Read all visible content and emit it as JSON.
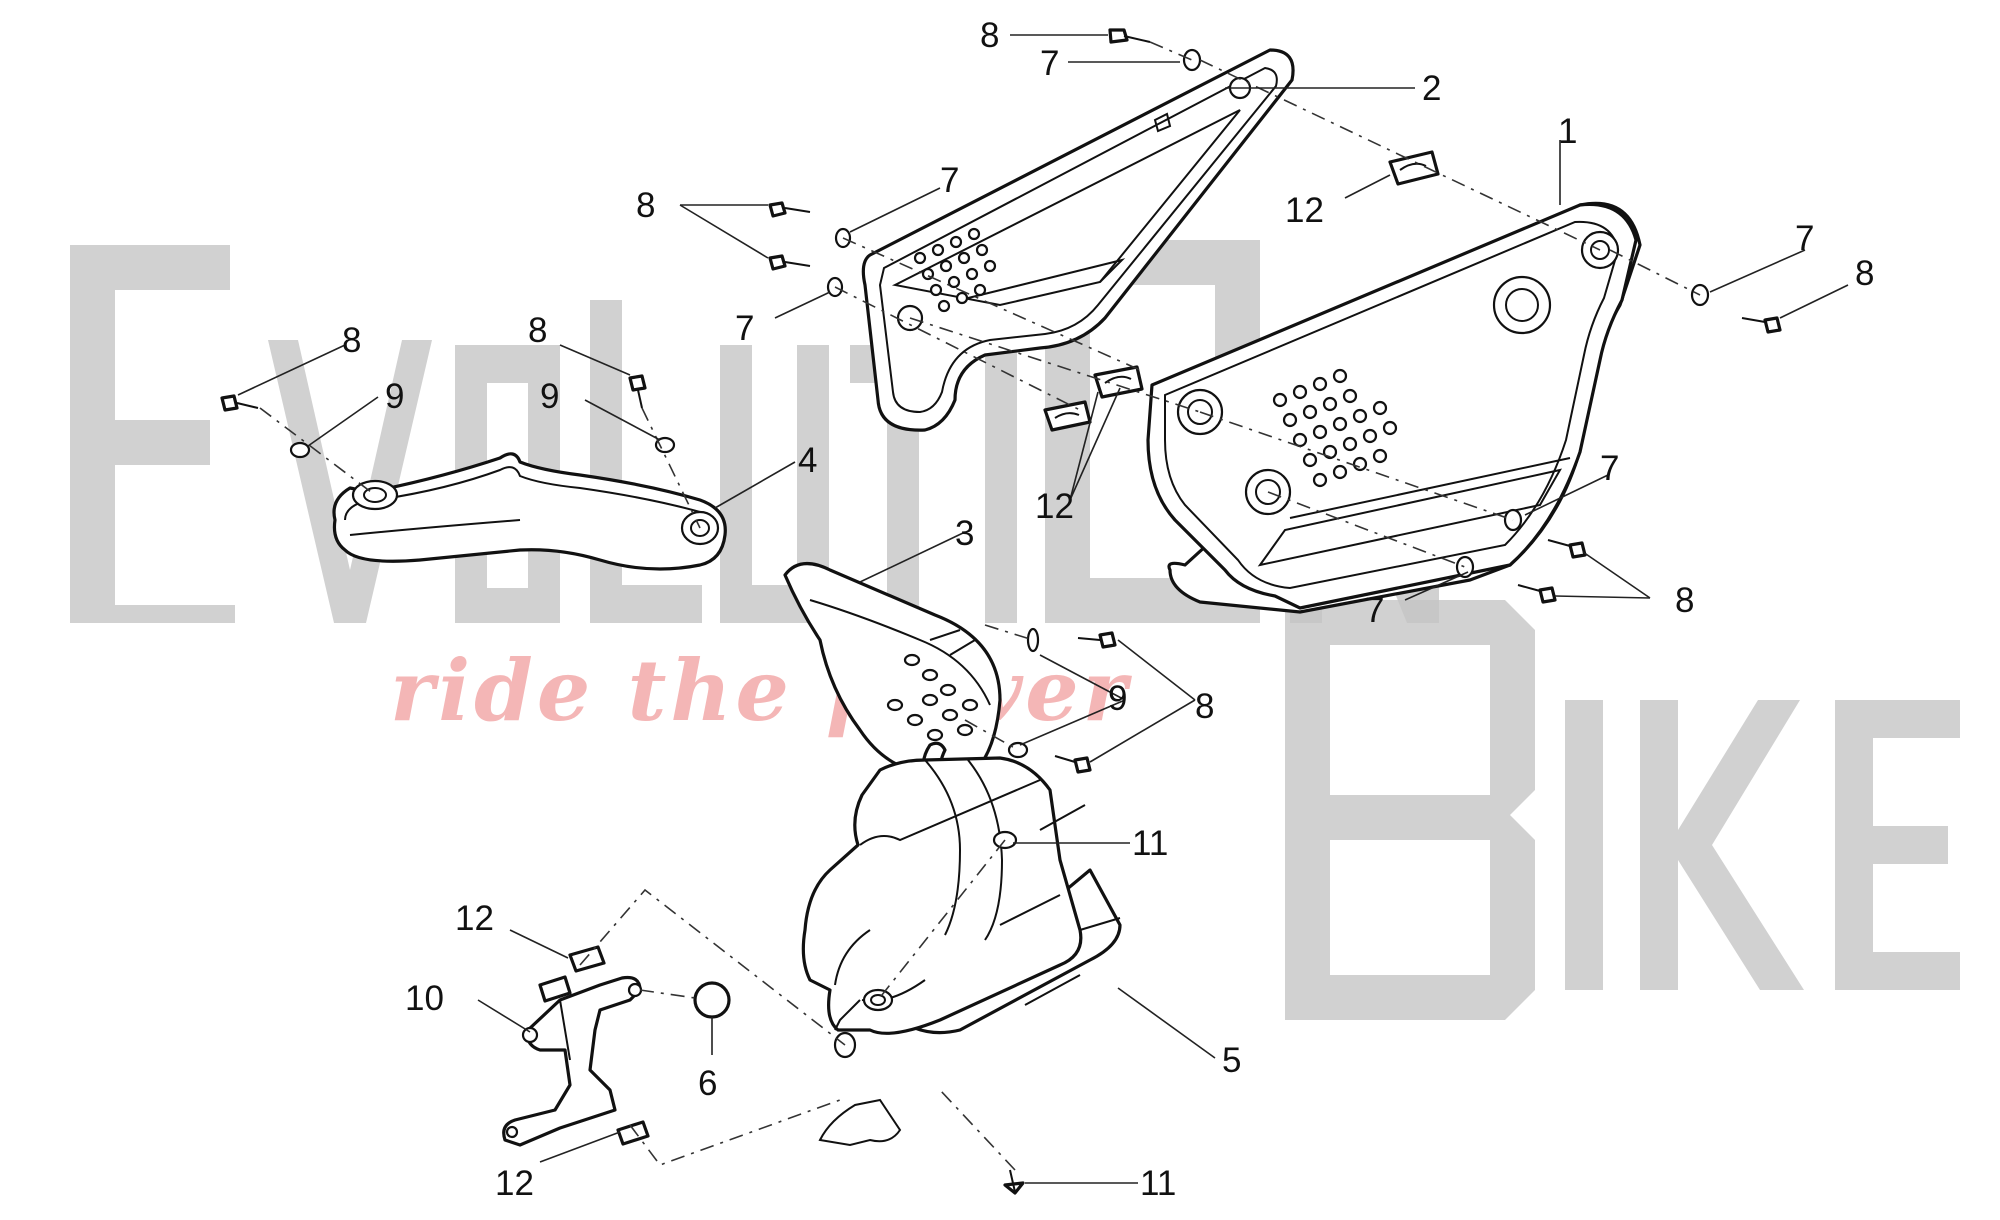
{
  "watermark": {
    "brand_letters_row1": [
      "E",
      "V",
      "O",
      "L",
      "U",
      "T",
      "I",
      "O",
      "N"
    ],
    "brand_letters_row2": [
      "B",
      "I",
      "K",
      "E"
    ],
    "tagline": "ride the power",
    "colors": {
      "letters": "#c4c4c4",
      "tagline": "#f4b6b6"
    }
  },
  "callouts": {
    "c1": "1",
    "c2": "2",
    "c3": "3",
    "c4": "4",
    "c5": "5",
    "c6": "6",
    "c7a": "7",
    "c7b": "7",
    "c7c": "7",
    "c7d": "7",
    "c7e": "7",
    "c7f": "7",
    "c8a": "8",
    "c8b": "8",
    "c8c": "8",
    "c8d": "8",
    "c8e": "8",
    "c8f": "8",
    "c8g": "8",
    "c9a": "9",
    "c9b": "9",
    "c9c": "9",
    "c10": "10",
    "c11a": "11",
    "c11b": "11",
    "c12a": "12",
    "c12b": "12",
    "c12c": "12",
    "c12d": "12"
  },
  "colors": {
    "ink": "#111111",
    "background": "#ffffff"
  }
}
